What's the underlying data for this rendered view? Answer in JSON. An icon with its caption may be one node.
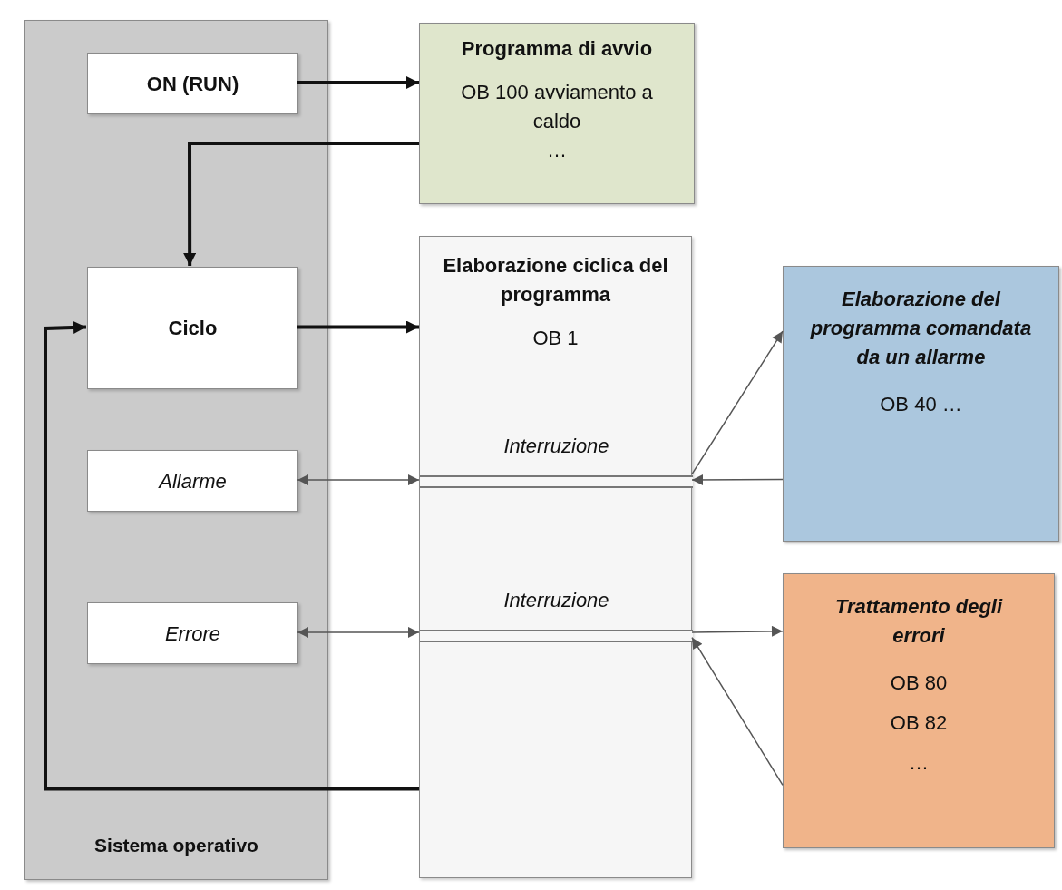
{
  "diagram": {
    "nodes": [
      {
        "text": [
          "Sistema operativo"
        ]
      },
      {
        "text": [
          "ON (RUN)"
        ],
        "in": 0
      },
      {
        "text": [
          "Ciclo"
        ],
        "in": 0
      },
      {
        "text": [
          "Allarme"
        ],
        "in": 0
      },
      {
        "text": [
          "Errore"
        ],
        "in": 0
      },
      {
        "text": [
          "Programma di avvio",
          "OB 100 avviamento a caldo",
          "…"
        ]
      },
      {
        "text": [
          "Elaborazione ciclica del programma",
          "OB 1"
        ]
      },
      {
        "text": [
          "Interruzione"
        ],
        "in": 6
      },
      {
        "text": [
          "Interruzione"
        ],
        "in": 6
      },
      {
        "text": [
          "Elaborazione del programma comandata da un allarme",
          "OB 40 …"
        ]
      },
      {
        "text": [
          "Trattamento degli errori",
          "OB 80",
          "OB 82",
          "…"
        ]
      }
    ],
    "edges": [
      {
        "from": 1,
        "to": 5,
        "arrow": "to",
        "style": "thick",
        "color": "#111111"
      },
      {
        "from": 5,
        "to": 2,
        "arrow": "to",
        "style": "thick",
        "color": "#111111"
      },
      {
        "from": 2,
        "to": 6,
        "arrow": "to",
        "style": "thick",
        "color": "#111111"
      },
      {
        "from": 6,
        "to": 2,
        "arrow": "to",
        "style": "thick",
        "color": "#111111"
      },
      {
        "from": 3,
        "to": 7,
        "arrow": "both"
      },
      {
        "from": 4,
        "to": 8,
        "arrow": "both"
      },
      {
        "from": 7,
        "to": 9,
        "arrow": "to"
      },
      {
        "from": 9,
        "to": 7,
        "arrow": "to"
      },
      {
        "from": 8,
        "to": 10,
        "arrow": "to"
      },
      {
        "from": 10,
        "to": 8,
        "arrow": "to"
      }
    ]
  }
}
